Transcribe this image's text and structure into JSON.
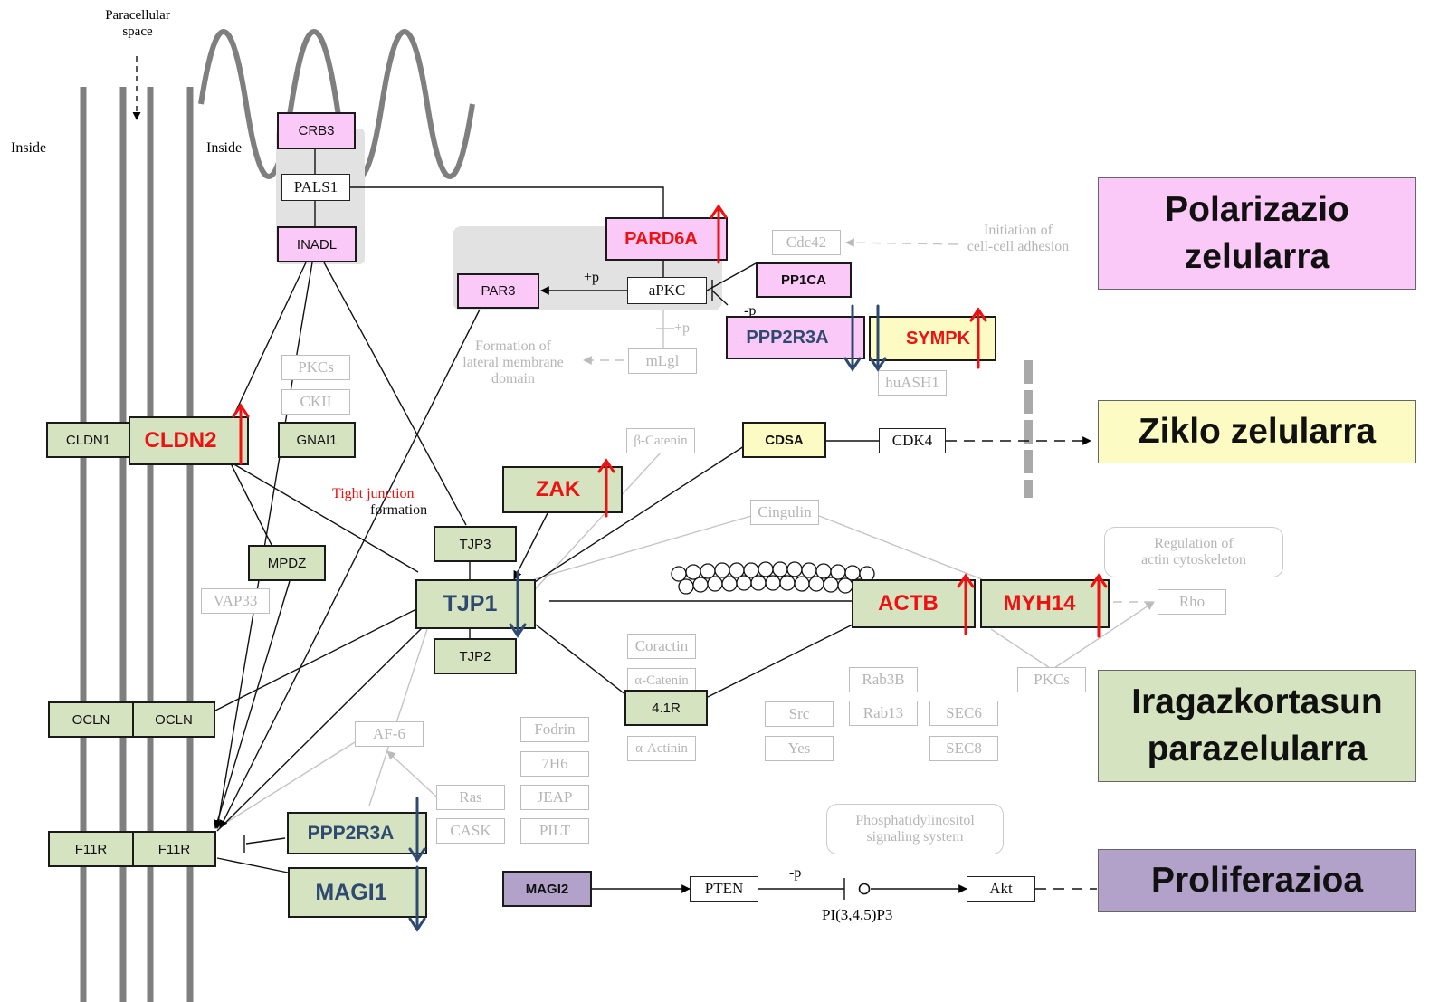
{
  "labels": {
    "paracellular_line1": "Paracellular",
    "paracellular_line2": "space",
    "inside_left": "Inside",
    "inside_right": "Inside",
    "init_line1": "Initiation of",
    "init_line2": "cell-cell adhesion",
    "lateral_line1": "Formation of",
    "lateral_line2": "lateral membrane",
    "lateral_line3": "domain",
    "tight_junction": "Tight junction",
    "formation": "formation",
    "reg_line1": "Regulation of",
    "reg_line2": "actin cytoskeleton",
    "phospho_line1": "Phosphatidylinositol",
    "phospho_line2": "signaling system",
    "pip3": "PI(3,4,5)P3",
    "plus_p_1": "+p",
    "plus_p_2": "+p",
    "minus_p_1": "-p",
    "minus_p_2": "-p"
  },
  "genes": {
    "crb3": "CRB3",
    "pals1": "PALS1",
    "inadl": "INADL",
    "pard6a": "PARD6A",
    "cdc42": "Cdc42",
    "par3": "PAR3",
    "apkc": "aPKC",
    "pp1ca": "PP1CA",
    "ppp2r3a_top": "PPP2R3A",
    "sympk": "SYMPK",
    "mlgl": "mLgl",
    "huash1": "huASH1",
    "pkcs_left": "PKCs",
    "ckii": "CKII",
    "gnai1": "GNAI1",
    "cldn1": "CLDN1",
    "cldn2": "CLDN2",
    "beta_catenin": "β-Catenin",
    "cdsa": "CDSA",
    "cdk4": "CDK4",
    "zak": "ZAK",
    "cingulin": "Cingulin",
    "tjp3": "TJP3",
    "mpdz": "MPDZ",
    "vap33": "VAP33",
    "tjp1": "TJP1",
    "tjp2": "TJP2",
    "actb": "ACTB",
    "myh14": "MYH14",
    "rho": "Rho",
    "coractin": "Coractin",
    "alpha_catenin": "α-Catenin",
    "r41": "4.1R",
    "alpha_actinin": "α-Actinin",
    "rab3b": "Rab3B",
    "rab13": "Rab13",
    "pkcs_right": "PKCs",
    "src": "Src",
    "yes": "Yes",
    "sec6": "SEC6",
    "sec8": "SEC8",
    "ocln1": "OCLN",
    "ocln2": "OCLN",
    "af6": "AF-6",
    "fodrin": "Fodrin",
    "h7h6": "7H6",
    "ras": "Ras",
    "jeap": "JEAP",
    "cask": "CASK",
    "pilt": "PILT",
    "f11r1": "F11R",
    "f11r2": "F11R",
    "ppp2r3a_bottom": "PPP2R3A",
    "magi1": "MAGI1",
    "magi2": "MAGI2",
    "pten": "PTEN",
    "akt": "Akt"
  },
  "legend": {
    "polarization_line1": "Polarizazio",
    "polarization_line2": "zelularra",
    "cell_cycle": "Ziklo zelularra",
    "permeability_line1": "Iragazkortasun",
    "permeability_line2": "parazelularra",
    "proliferation": "Proliferazioa"
  },
  "colors": {
    "green": "#d6e3c1",
    "pink": "#fbc9f7",
    "yellow": "#fdfbc4",
    "purple": "#b2a2c9",
    "up_red": "#ee1111",
    "down_blue": "#2e4a70"
  },
  "regulation": {
    "up": [
      "PARD6A",
      "SYMPK",
      "CLDN2",
      "ZAK",
      "ACTB",
      "MYH14"
    ],
    "down": [
      "PPP2R3A",
      "TJP1",
      "MAGI1"
    ]
  }
}
